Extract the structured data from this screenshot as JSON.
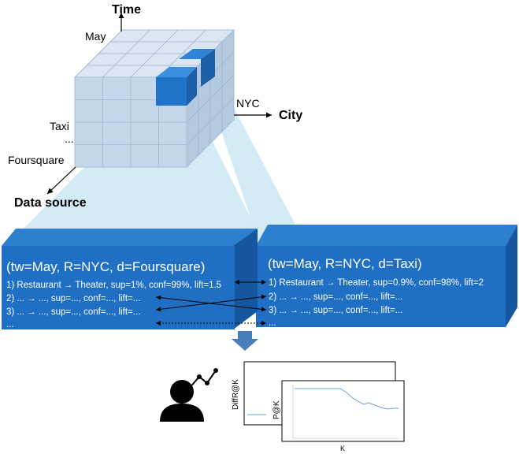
{
  "cube": {
    "axis_time_label": "Time",
    "axis_city_label": "City",
    "axis_source_label": "Data source",
    "time_tick": "May",
    "city_tick": "NYC",
    "source_ticks": [
      "Taxi",
      "...",
      "Foursquare"
    ]
  },
  "left_box": {
    "title": "(tw=May, R=NYC, d=Foursquare)",
    "lines": [
      "1) Restaurant → Theater, sup=1%, conf=99%, lift=1.5",
      "2)  ... → ..., sup=..., conf=..., lift=...",
      "3)  ... → ..., sup=..., conf=..., lift=...",
      "..."
    ]
  },
  "right_box": {
    "title": "(tw=May, R=NYC, d=Taxi)",
    "lines": [
      "1) Restaurant → Theater, sup=0.9%, conf=98%, lift=2",
      "2)  ... → ..., sup=..., conf=..., lift=...",
      "3)  ... → ..., sup=..., conf=..., lift=...",
      "..."
    ]
  },
  "charts": {
    "back_ylabel": "DiffR@K",
    "front_ylabel": "P@K",
    "front_xlabel": "K"
  },
  "colors": {
    "cube_face": "#c9d8ea",
    "cube_highlight": "#1f73c8",
    "box_blue": "#1f6fc5",
    "box_dark": "#14579e",
    "projection": "#cfe8f3",
    "curve": "#6fa3d6"
  }
}
